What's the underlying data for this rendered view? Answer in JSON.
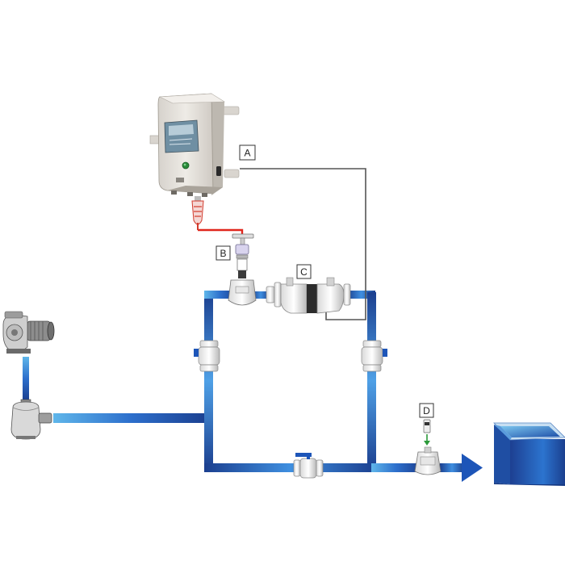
{
  "labels": {
    "a": "A",
    "b": "B",
    "c": "C",
    "d": "D"
  },
  "colors": {
    "pipe_dark": "#1b3f8f",
    "pipe_light": "#5fb6ea",
    "wire_red": "#e0261c",
    "wire_grey": "#555555",
    "panel_body": "#e7e4df",
    "screen": "#6f8fa3",
    "pool_water": "#2f73c9"
  },
  "icons": [
    "control-panel-icon",
    "pump-icon",
    "sand-filter-icon",
    "chlorinator-cell-icon",
    "flow-switch-icon",
    "ph-probe-icon",
    "injection-valve-icon",
    "ball-valve-icon",
    "pool-icon",
    "flow-arrow-icon"
  ]
}
